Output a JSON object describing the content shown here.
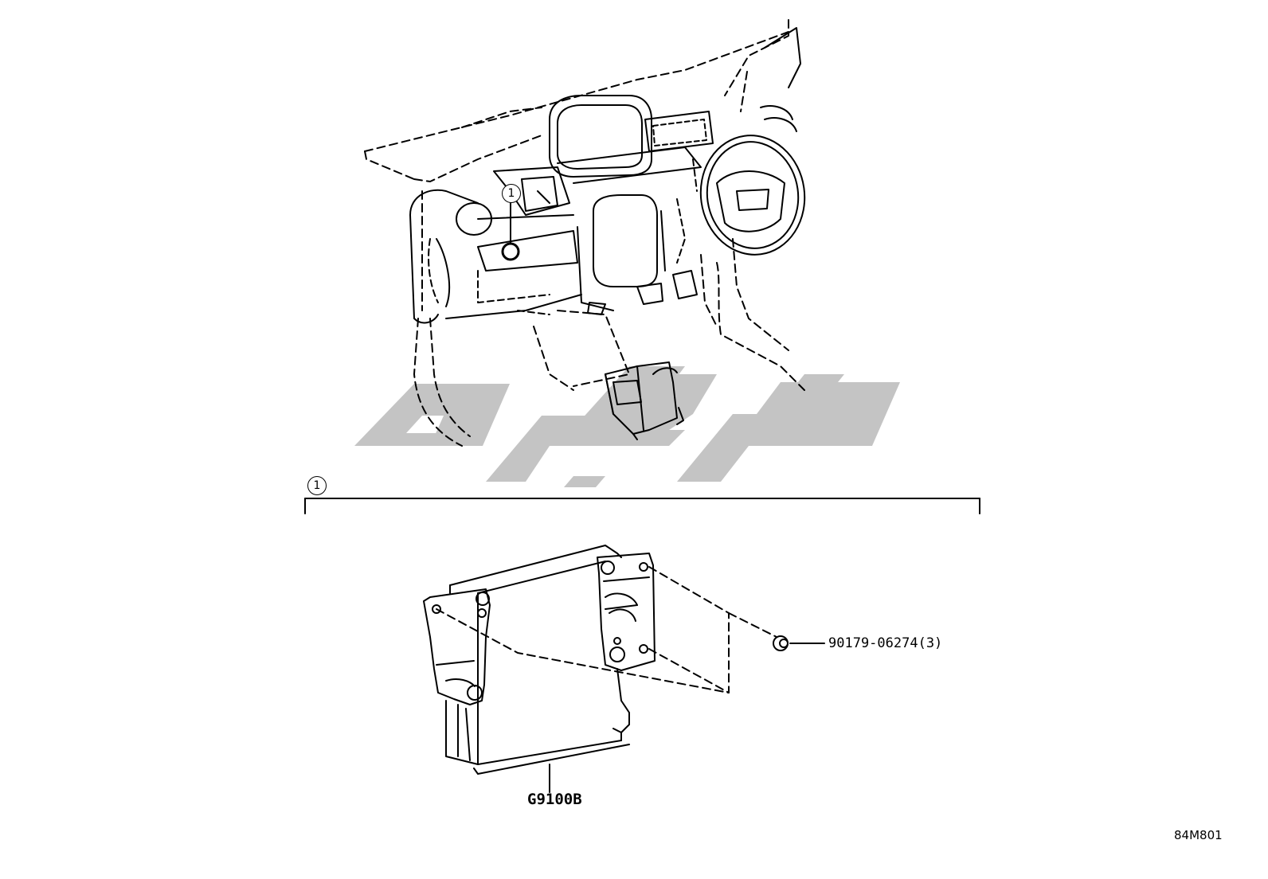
{
  "callouts": {
    "top": "1",
    "group": "1"
  },
  "parts": {
    "ecu_part_number": "G9100B",
    "bolt_part_number": "90179-06274(3)"
  },
  "diagram_code": "84M801",
  "watermark_color": "#c4c4c4"
}
